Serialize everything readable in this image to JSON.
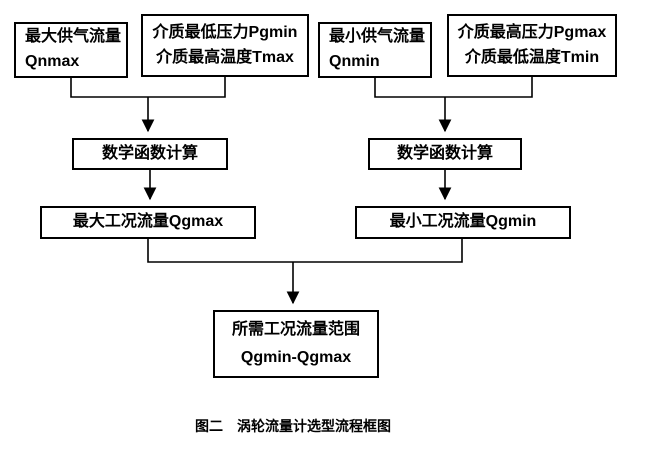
{
  "diagram": {
    "caption": "图二　涡轮流量计选型流程框图",
    "colors": {
      "border": "#000000",
      "text": "#000000",
      "background": "#ffffff"
    },
    "nodes": {
      "qnmax": {
        "line1": "最大供气流量",
        "line2": "Qnmax"
      },
      "pgmin_tmax": {
        "line1": "介质最低压力Pgmin",
        "line2": "介质最高温度Tmax"
      },
      "qnmin": {
        "line1": "最小供气流量",
        "line2": "Qnmin"
      },
      "pgmax_tmin": {
        "line1": "介质最高压力Pgmax",
        "line2": "介质最低温度Tmin"
      },
      "calc_left": {
        "label": "数学函数计算"
      },
      "calc_right": {
        "label": "数学函数计算"
      },
      "qgmax": {
        "label": "最大工况流量Qgmax"
      },
      "qgmin": {
        "label": "最小工况流量Qgmin"
      },
      "result": {
        "line1": "所需工况流量范围",
        "line2": "Qgmin-Qgmax"
      }
    }
  }
}
